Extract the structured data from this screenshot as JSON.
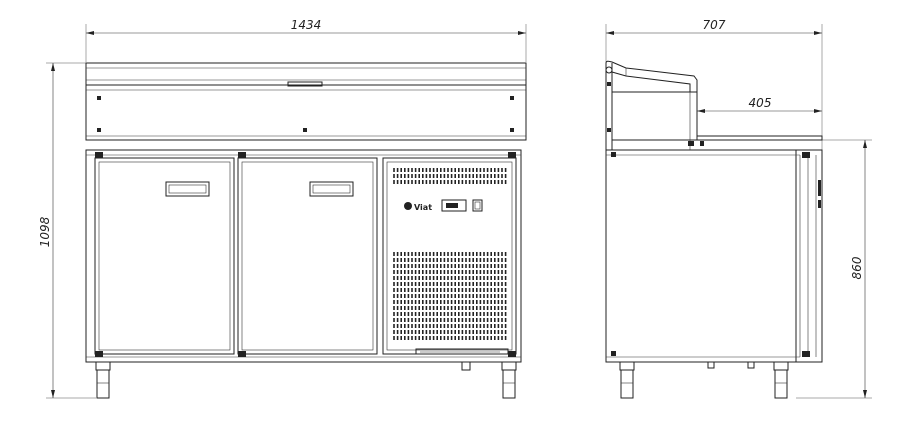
{
  "drawing": {
    "front_view": {
      "width_dimension": "1434",
      "height_dimension": "1098",
      "brand_logo_text": "Viat"
    },
    "side_view": {
      "depth_dimension": "707",
      "counter_depth_dimension": "405",
      "body_height_dimension": "860"
    }
  }
}
